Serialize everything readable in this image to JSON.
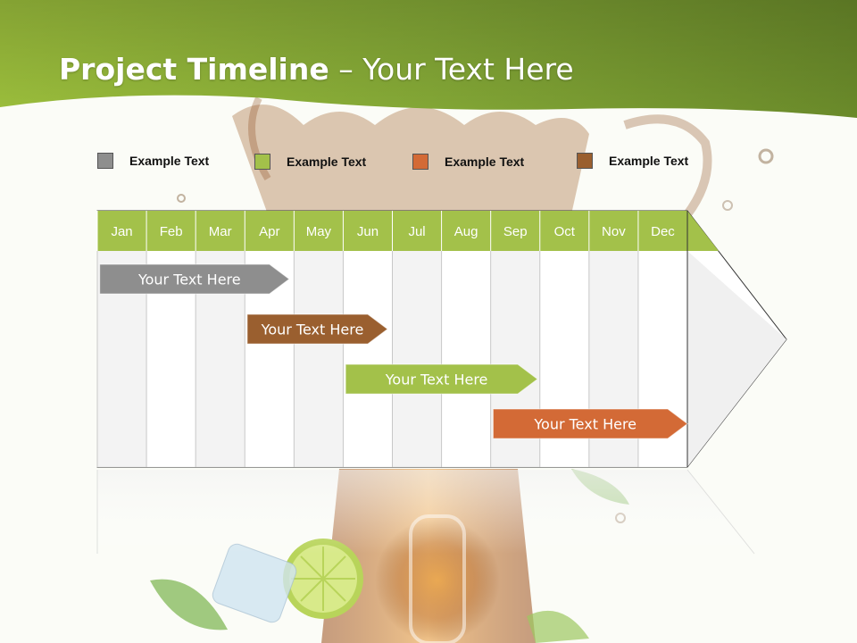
{
  "title": {
    "bold": "Project Timeline",
    "rest": " – Your Text Here"
  },
  "legend": [
    {
      "label": "Example Text",
      "color": "#8e8e8e"
    },
    {
      "label": "Example Text",
      "color": "#a3c14a"
    },
    {
      "label": "Example Text",
      "color": "#d36a36"
    },
    {
      "label": "Example Text",
      "color": "#9a5f2f"
    }
  ],
  "months": [
    "Jan",
    "Feb",
    "Mar",
    "Apr",
    "May",
    "Jun",
    "Jul",
    "Aug",
    "Sep",
    "Oct",
    "Nov",
    "Dec"
  ],
  "tasks": [
    {
      "label": "Your  Text Here",
      "color": "#8e8e8e",
      "start_month": 0.05,
      "end_month": 3.9
    },
    {
      "label": "Your  Text Here",
      "color": "#9a5f2f",
      "start_month": 3.05,
      "end_month": 5.9
    },
    {
      "label": "Your  Text Here",
      "color": "#a3c14a",
      "start_month": 5.05,
      "end_month": 8.95
    },
    {
      "label": "Your  Text Here",
      "color": "#d36a36",
      "start_month": 8.05,
      "end_month": 12.0
    }
  ],
  "colors": {
    "header_green": "#8db33a",
    "header_dark": "#5f7f22",
    "month_bar": "#a3c14a"
  }
}
